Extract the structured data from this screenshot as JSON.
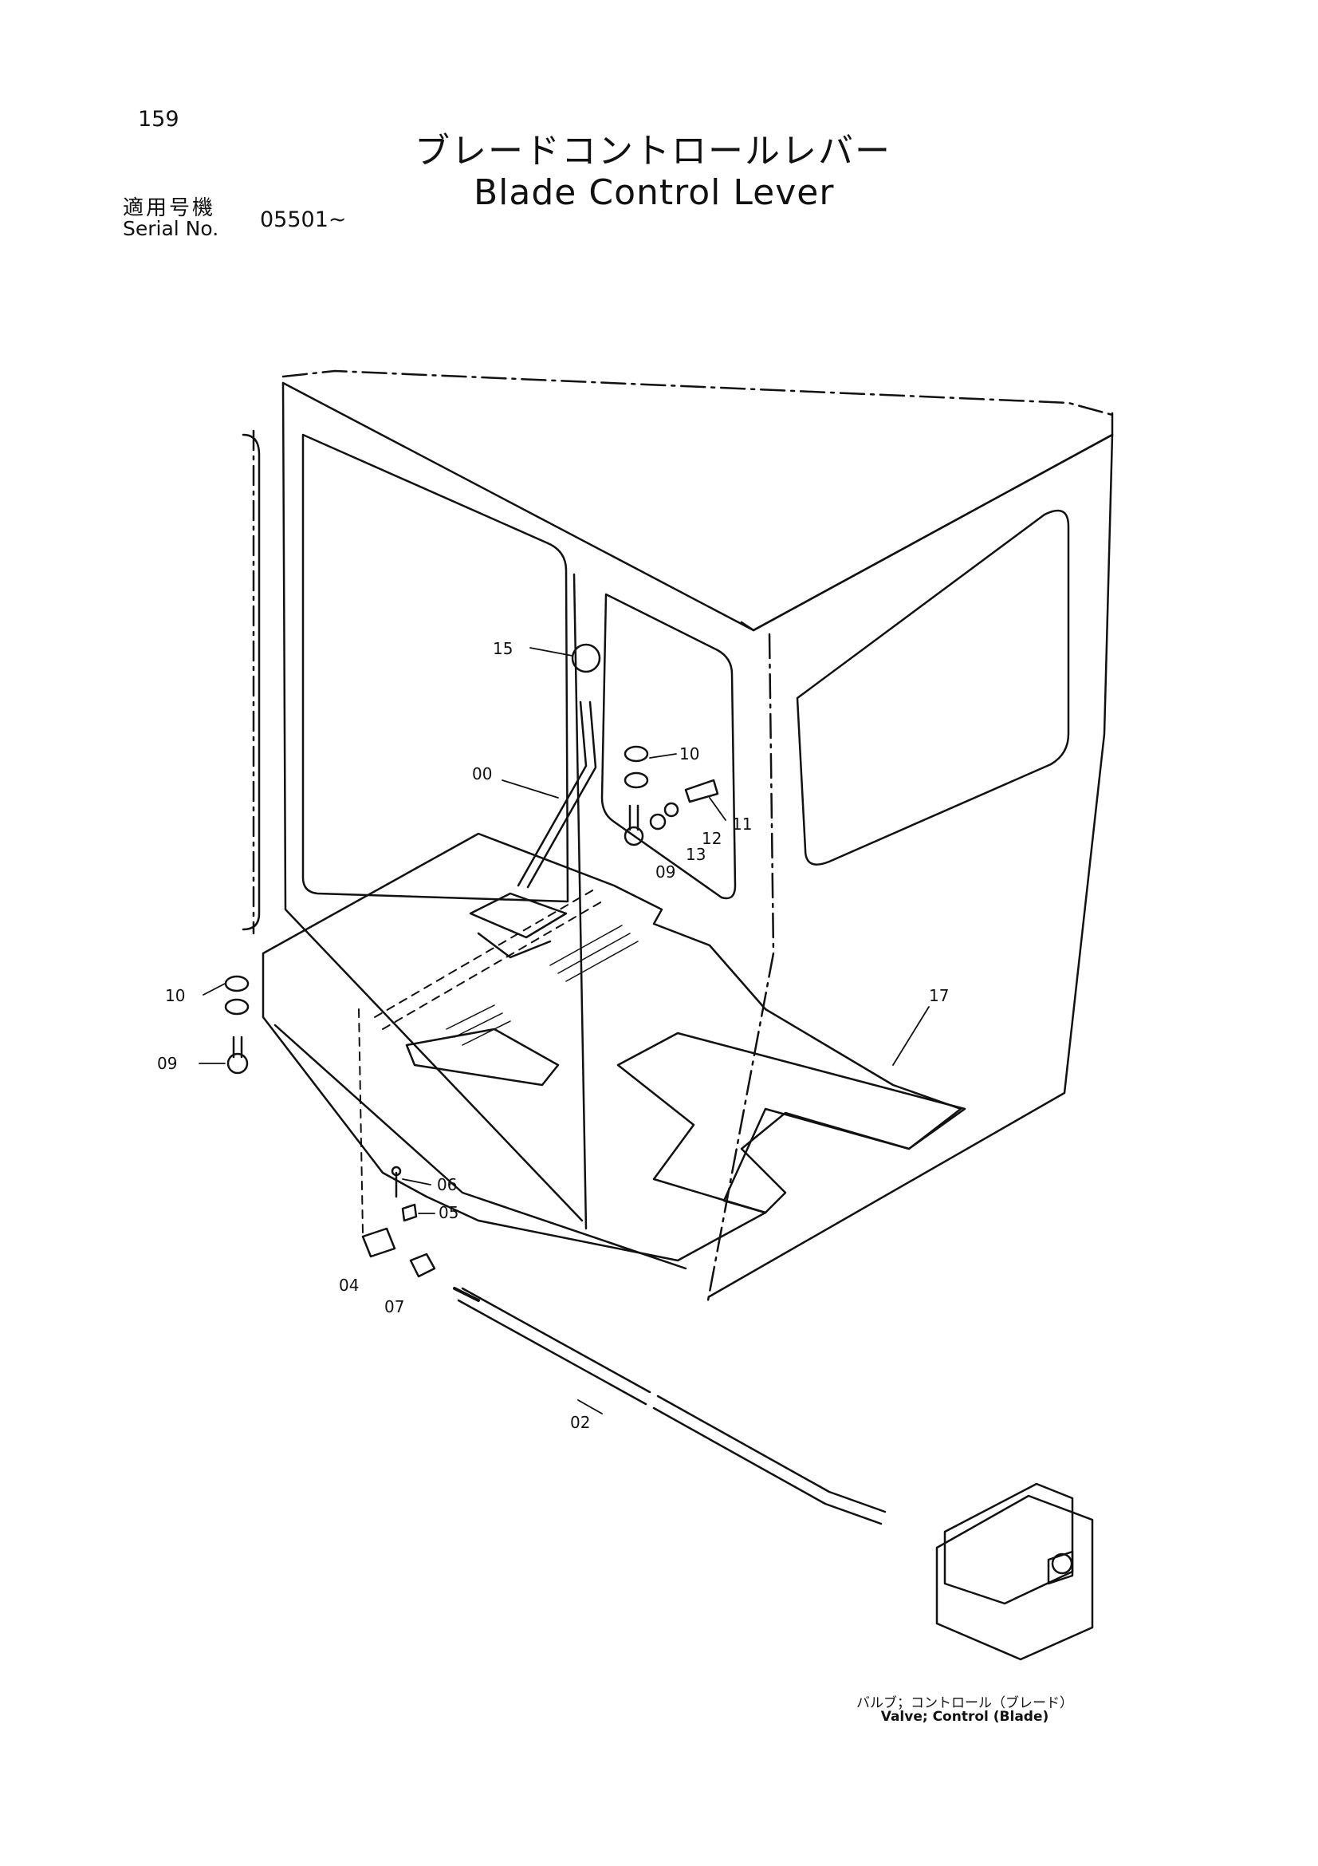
{
  "header": {
    "page_number": "159",
    "title_jp": "ブレードコントロールレバー",
    "title_en": "Blade Control Lever",
    "serial_label_jp": "適用号機",
    "serial_label_en": "Serial No.",
    "serial_value": "05501~"
  },
  "callouts": {
    "c00": "00",
    "c02": "02",
    "c04": "04",
    "c05": "05",
    "c06": "06",
    "c07": "07",
    "c09_top": "09",
    "c09_left": "09",
    "c10_top": "10",
    "c10_left": "10",
    "c11": "11",
    "c12": "12",
    "c13": "13",
    "c15": "15",
    "c17": "17"
  },
  "valve_caption": {
    "jp": "バルブ；コントロール（ブレード）",
    "en": "Valve; Control (Blade)"
  }
}
